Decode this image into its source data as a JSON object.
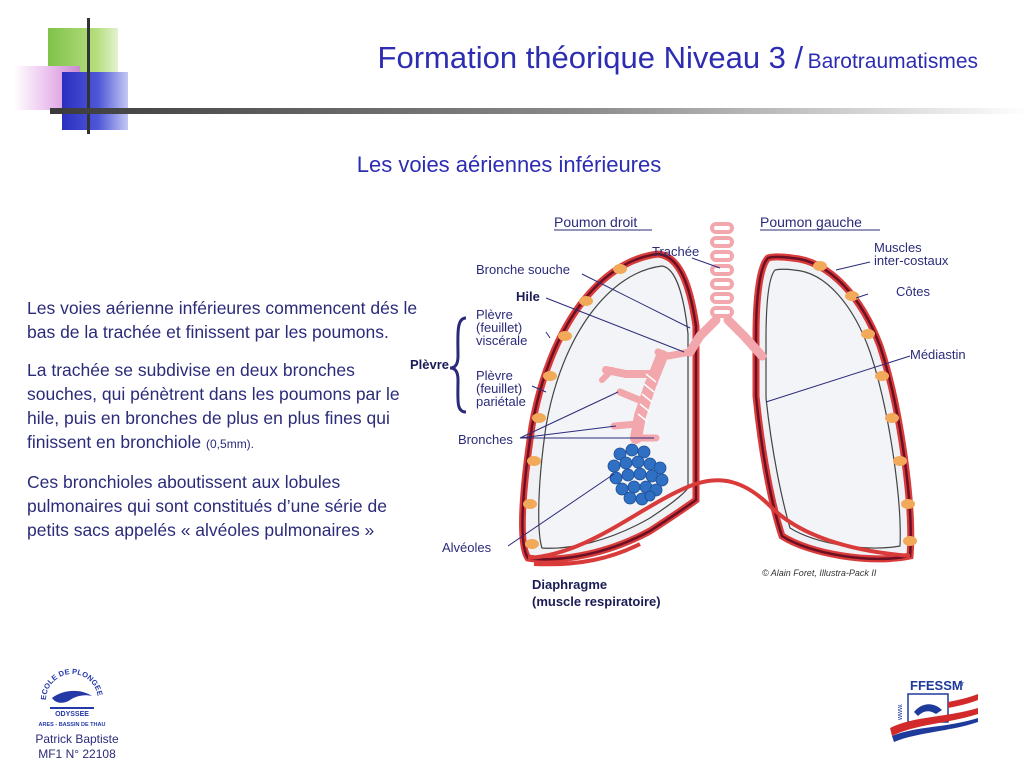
{
  "header": {
    "title_main": "Formation théorique Niveau 3 /",
    "title_sub": "Barotraumatismes"
  },
  "section_title": "Les voies aériennes inférieures",
  "paragraphs": {
    "p1": "Les voies aérienne inférieures commencent dés le bas de la trachée et finissent par les poumons.",
    "p2": "La trachée se subdivise en deux bronches souches, qui pénètrent dans les poumons par le hile, puis en bronches de plus en plus fines qui finissent en bronchiole",
    "p2_note": "(0,5mm).",
    "p3": "Ces bronchioles aboutissent aux lobules pulmonaires qui sont constitués d’une série de petits sacs appelés « alvéoles pulmonaires »"
  },
  "diagram": {
    "poumon_droit": "Poumon droit",
    "poumon_gauche": "Poumon gauche",
    "trachee": "Trachée",
    "bronche_souche": "Bronche souche",
    "hile": "Hile",
    "plevre_visc_1": "Plèvre",
    "plevre_visc_2": "(feuillet)",
    "plevre_visc_3": "viscérale",
    "plevre": "Plèvre",
    "plevre_par_1": "Plèvre",
    "plevre_par_2": "(feuillet)",
    "plevre_par_3": "pariétale",
    "bronches": "Bronches",
    "alveoles": "Alvéoles",
    "muscles_1": "Muscles",
    "muscles_2": "inter-costaux",
    "cotes": "Côtes",
    "mediastin": "Médiastin",
    "diaphragme_1": "Diaphragme",
    "diaphragme_2": "(muscle respiratoire)",
    "copyright": "© Alain Foret, Illustra-Pack II"
  },
  "logos": {
    "left_arc": "ECOLE DE PLONGEE",
    "left_name": "ODYSSEE",
    "left_bottom": "ARES - BASSIN DE THAU",
    "right_name": "FFESSM",
    "right_suffix": ".fr",
    "right_www": "www."
  },
  "footer": {
    "name": "Patrick Baptiste",
    "id": "MF1 N° 22108"
  },
  "colors": {
    "title_blue": "#2d2db3",
    "text_navy": "#2b2b7a",
    "pleura_red": "#d93a3a",
    "pleura_dark": "#6b1024",
    "rib_orange": "#f2a95a",
    "trachea_pink": "#f2a7ad",
    "alveoli_blue": "#2f6fc4"
  }
}
